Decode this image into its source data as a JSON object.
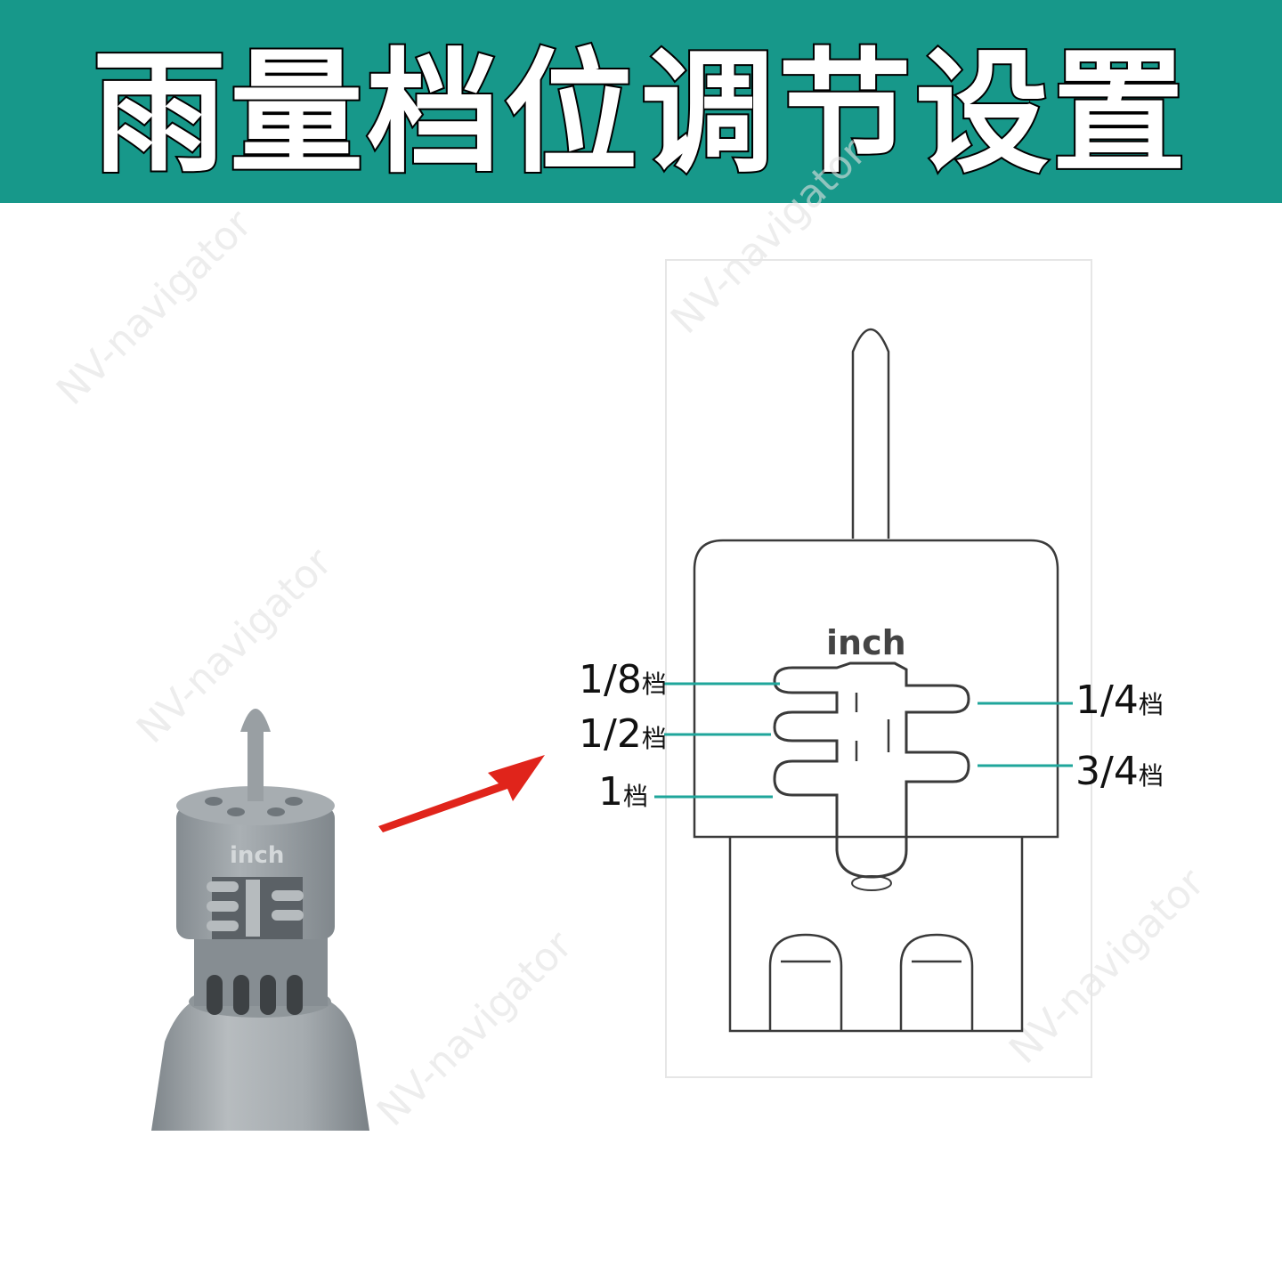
{
  "title": "雨量档位调节设置",
  "watermark": "NV-navigator",
  "device_engraving": {
    "unit": "inch"
  },
  "settings": [
    {
      "value": "1/8",
      "suffix": "档"
    },
    {
      "value": "1/2",
      "suffix": "档"
    },
    {
      "value": "1",
      "suffix": "档"
    },
    {
      "value": "1/4",
      "suffix": "档"
    },
    {
      "value": "3/4",
      "suffix": "档"
    }
  ],
  "colors": {
    "banner": "#17988a",
    "leader_line": "#1fa69b",
    "arrow": "#e0241b",
    "device_gray": "#9aa1a6"
  }
}
